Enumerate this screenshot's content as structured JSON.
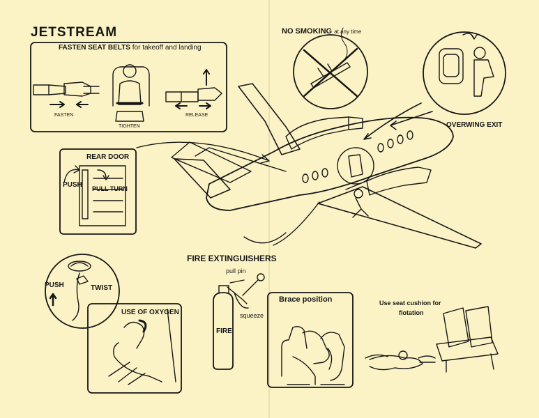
{
  "card": {
    "background": "#fbf3c6",
    "ink": "#161616",
    "aircraft_name": "JETSTREAM"
  },
  "panels": {
    "seat_belts": {
      "heading_strong": "FASTEN SEAT BELTS",
      "heading_rest": "for takeoff and landing",
      "fasten": "FASTEN",
      "tighten": "TIGHTEN",
      "release": "RELEASE"
    },
    "rear_door": {
      "heading": "REAR DOOR",
      "push": "PUSH",
      "pull_turn": "PULL TURN"
    },
    "oxygen": {
      "push": "PUSH",
      "twist": "TWIST",
      "heading": "USE OF OXYGEN"
    },
    "no_smoking": {
      "heading_strong": "NO SMOKING",
      "heading_rest": "at any time"
    },
    "overwing_exit": {
      "heading": "OVERWING EXIT"
    },
    "fire_extinguishers": {
      "heading": "FIRE EXTINGUISHERS",
      "pull_pin": "pull pin",
      "squeeze": "squeeze",
      "bottle_label": "FIRE"
    },
    "brace": {
      "heading": "Brace position"
    },
    "flotation": {
      "line1": "Use seat cushion for",
      "line2": "flotation"
    }
  }
}
